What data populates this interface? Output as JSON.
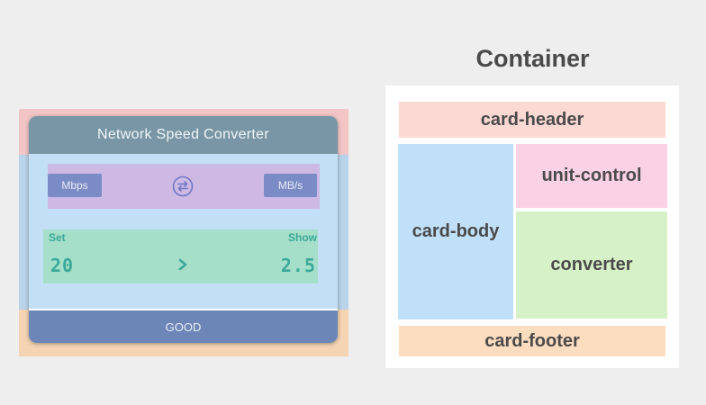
{
  "card": {
    "title": "Network Speed Converter",
    "unit_from": "Mbps",
    "unit_to": "MB/s",
    "swap_icon": "swap-arrows-icon",
    "set_label": "Set",
    "show_label": "Show",
    "set_value": "20",
    "show_value": "2.5",
    "chevron_icon": "chevron-right-icon",
    "footer_status": "GOOD"
  },
  "diagram": {
    "title": "Container",
    "areas": {
      "header": "card-header",
      "body": "card-body",
      "unit_control": "unit-control",
      "converter": "converter",
      "footer": "card-footer"
    }
  },
  "colors": {
    "overlay_header": "#f3c5c5",
    "overlay_body": "#b9d3ea",
    "overlay_footer": "#f5d4b3",
    "card_header": "#7896a5",
    "card_footer": "#6d86b8",
    "unit_control": "#cdb9e4",
    "converter": "#a6dfc9",
    "accent_teal": "#3aa99a",
    "area_header": "#fdd9d4",
    "area_body": "#c0e0f9",
    "area_unit_control": "#fbd1e6",
    "area_converter": "#d6f1c8",
    "area_footer": "#fdddbf"
  }
}
